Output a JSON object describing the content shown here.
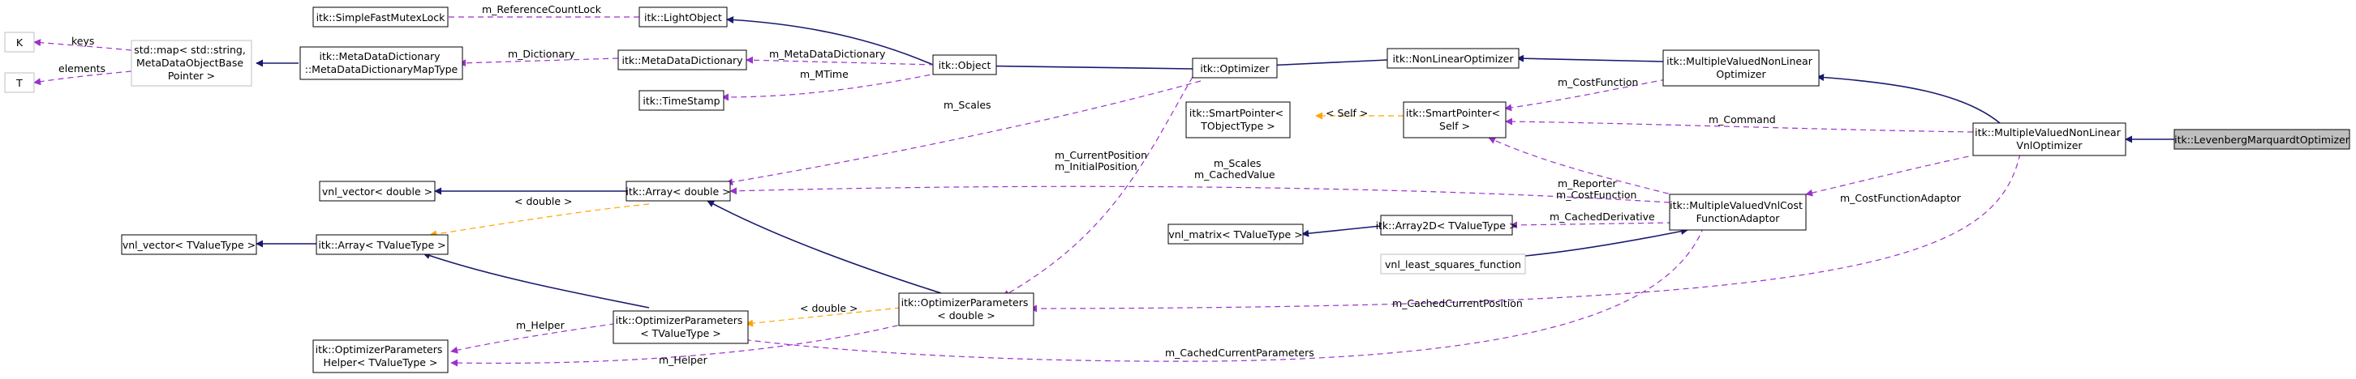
{
  "diagram": {
    "nodes": [
      {
        "id": "K",
        "lines": [
          "K"
        ],
        "style": "grey"
      },
      {
        "id": "T",
        "lines": [
          "T"
        ],
        "style": "grey"
      },
      {
        "id": "stdmap",
        "lines": [
          "std::map< std::string,",
          "MetaDataObjectBase",
          "Pointer >"
        ],
        "style": "grey"
      },
      {
        "id": "mddmaptype",
        "lines": [
          "itk::MetaDataDictionary",
          "::MetaDataDictionaryMapType"
        ],
        "style": "normal"
      },
      {
        "id": "sfmutex",
        "lines": [
          "itk::SimpleFastMutexLock"
        ],
        "style": "normal"
      },
      {
        "id": "lightobject",
        "lines": [
          "itk::LightObject"
        ],
        "style": "normal"
      },
      {
        "id": "mdd",
        "lines": [
          "itk::MetaDataDictionary"
        ],
        "style": "normal"
      },
      {
        "id": "timestamp",
        "lines": [
          "itk::TimeStamp"
        ],
        "style": "normal"
      },
      {
        "id": "object",
        "lines": [
          "itk::Object"
        ],
        "style": "normal"
      },
      {
        "id": "optimizer",
        "lines": [
          "itk::Optimizer"
        ],
        "style": "normal"
      },
      {
        "id": "nonlinear",
        "lines": [
          "itk::NonLinearOptimizer"
        ],
        "style": "normal"
      },
      {
        "id": "mvnonlinear",
        "lines": [
          "itk::MultipleValuedNonLinear",
          "Optimizer"
        ],
        "style": "normal"
      },
      {
        "id": "smartptrT",
        "lines": [
          "itk::SmartPointer<",
          "TObjectType >"
        ],
        "style": "normal"
      },
      {
        "id": "smartptrSelf",
        "lines": [
          "itk::SmartPointer<",
          "Self >"
        ],
        "style": "normal"
      },
      {
        "id": "mvvnl",
        "lines": [
          "itk::MultipleValuedNonLinear",
          "VnlOptimizer"
        ],
        "style": "normal"
      },
      {
        "id": "lm",
        "lines": [
          "itk::LevenbergMarquardtOptimizer"
        ],
        "style": "focus"
      },
      {
        "id": "vnlvecdouble",
        "lines": [
          "vnl_vector< double >"
        ],
        "style": "normal"
      },
      {
        "id": "arraydouble",
        "lines": [
          "itk::Array< double >"
        ],
        "style": "normal"
      },
      {
        "id": "vnlvecT",
        "lines": [
          "vnl_vector< TValueType >"
        ],
        "style": "normal"
      },
      {
        "id": "arrayT",
        "lines": [
          "itk::Array< TValueType >"
        ],
        "style": "normal"
      },
      {
        "id": "vnlmatrix",
        "lines": [
          "vnl_matrix< TValueType >"
        ],
        "style": "normal"
      },
      {
        "id": "array2d",
        "lines": [
          "itk::Array2D< TValueType >"
        ],
        "style": "normal"
      },
      {
        "id": "lsqfn",
        "lines": [
          "vnl_least_squares_function"
        ],
        "style": "grey"
      },
      {
        "id": "costadaptor",
        "lines": [
          "itk::MultipleValuedVnlCost",
          "FunctionAdaptor"
        ],
        "style": "normal"
      },
      {
        "id": "optparamsT",
        "lines": [
          "itk::OptimizerParameters",
          "< TValueType >"
        ],
        "style": "normal"
      },
      {
        "id": "optparamsdouble",
        "lines": [
          "itk::OptimizerParameters",
          "< double >"
        ],
        "style": "normal"
      },
      {
        "id": "helper",
        "lines": [
          "itk::OptimizerParameters",
          "Helper< TValueType >"
        ],
        "style": "normal"
      }
    ],
    "edge_labels": [
      {
        "id": "keys",
        "lines": [
          "keys"
        ]
      },
      {
        "id": "elements",
        "lines": [
          "elements"
        ]
      },
      {
        "id": "refcount",
        "lines": [
          "m_ReferenceCountLock"
        ]
      },
      {
        "id": "dictionary",
        "lines": [
          "m_Dictionary"
        ]
      },
      {
        "id": "metadatadict",
        "lines": [
          "m_MetaDataDictionary"
        ]
      },
      {
        "id": "mtime",
        "lines": [
          "m_MTime"
        ]
      },
      {
        "id": "scales_top",
        "lines": [
          "m_Scales"
        ]
      },
      {
        "id": "self",
        "lines": [
          "< Self >"
        ]
      },
      {
        "id": "costfunction",
        "lines": [
          "m_CostFunction"
        ]
      },
      {
        "id": "command",
        "lines": [
          "m_Command"
        ]
      },
      {
        "id": "reporter",
        "lines": [
          "m_Reporter",
          "m_CostFunction"
        ]
      },
      {
        "id": "costfnadaptor",
        "lines": [
          "m_CostFunctionAdaptor"
        ]
      },
      {
        "id": "curpos",
        "lines": [
          "m_CurrentPosition",
          "m_InitialPosition"
        ]
      },
      {
        "id": "scalescached",
        "lines": [
          "m_Scales",
          "m_CachedValue"
        ]
      },
      {
        "id": "double_arr",
        "lines": [
          "< double >"
        ]
      },
      {
        "id": "cachedderiv",
        "lines": [
          "m_CachedDerivative"
        ]
      },
      {
        "id": "double_op",
        "lines": [
          "< double >"
        ]
      },
      {
        "id": "helper_top",
        "lines": [
          "m_Helper"
        ]
      },
      {
        "id": "helper_bottom",
        "lines": [
          "m_Helper"
        ]
      },
      {
        "id": "cachedcurpos",
        "lines": [
          "m_CachedCurrentPosition"
        ]
      },
      {
        "id": "cachedcurparams",
        "lines": [
          "m_CachedCurrentParameters"
        ]
      }
    ],
    "edge_kinds": {
      "inheritance": {
        "color": "#191970"
      },
      "usage": {
        "color": "#9a32cd"
      },
      "template": {
        "color": "#ffa500"
      }
    }
  }
}
